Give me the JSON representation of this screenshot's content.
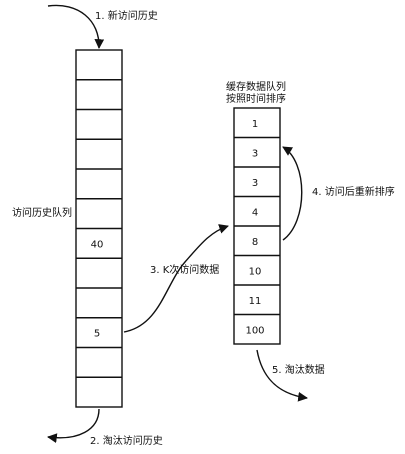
{
  "annotations": {
    "step1": "1. 新访问历史",
    "step2": "2. 淘汰访问历史",
    "step3": "3. K次访问数据",
    "step4": "4. 访问后重新排序",
    "step5": "5. 淘汰数据"
  },
  "history_queue": {
    "label": "访问历史队列",
    "cells": [
      "",
      "",
      "",
      "",
      "",
      "",
      "40",
      "",
      "",
      "5",
      "",
      ""
    ]
  },
  "cache_queue": {
    "title_line1": "缓存数据队列",
    "title_line2": "按照时间排序",
    "cells": [
      "1",
      "3",
      "3",
      "4",
      "8",
      "10",
      "11",
      "100"
    ]
  },
  "colors": {
    "line": "#111111",
    "background": "#ffffff"
  }
}
